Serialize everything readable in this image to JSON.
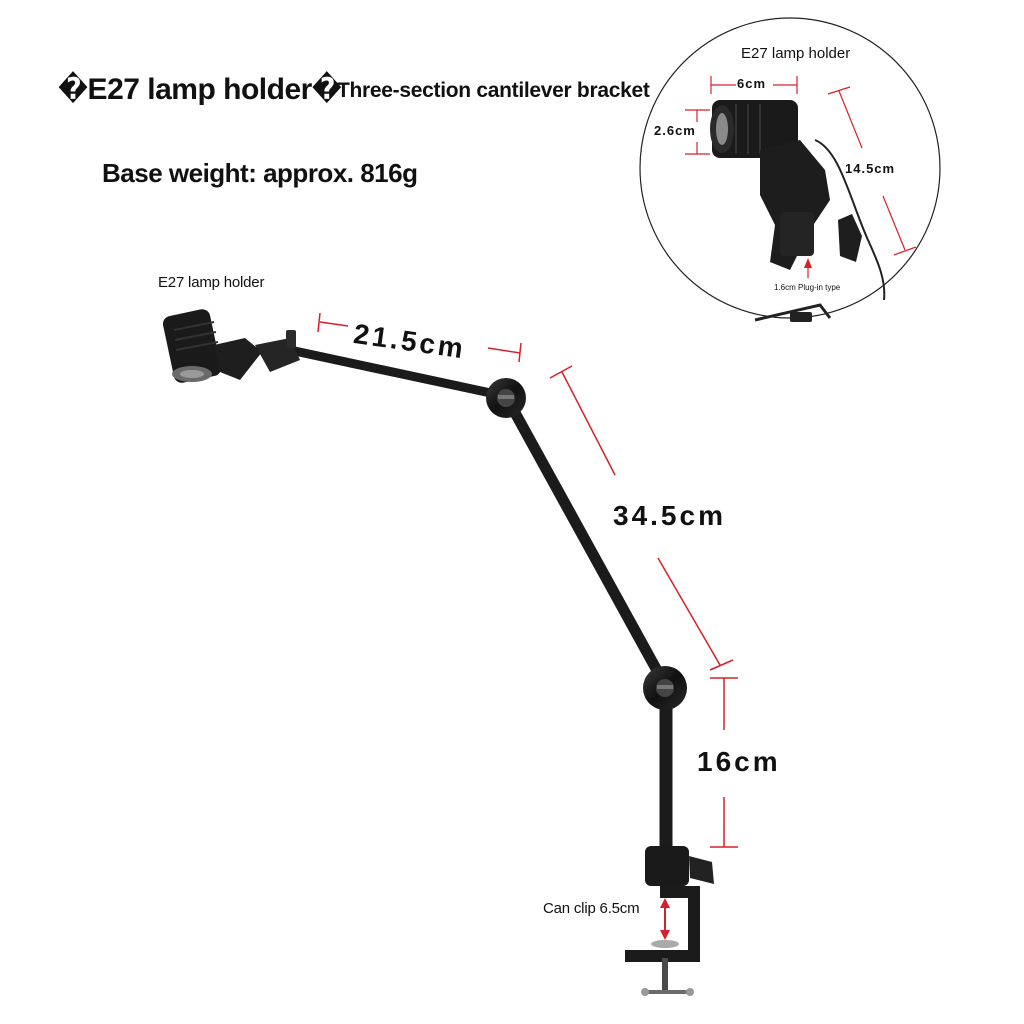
{
  "header": {
    "title": "�E27 lamp holder�",
    "subtitle": "Three-section cantilever bracket",
    "weight": "Base weight: approx. 816g"
  },
  "labels": {
    "lamp_holder": "E27 lamp holder",
    "can_clip": "Can clip 6.5cm"
  },
  "dimensions": {
    "section_1": "21.5cm",
    "section_2": "34.5cm",
    "section_3": "16cm"
  },
  "inset": {
    "title": "E27 lamp holder",
    "width": "6cm",
    "diameter": "2.6cm",
    "height": "14.5cm",
    "plug": "1.6cm Plug-in type"
  },
  "colors": {
    "metal": "#1b1b1b",
    "dimension_line": "#d8202a",
    "text": "#111111"
  }
}
